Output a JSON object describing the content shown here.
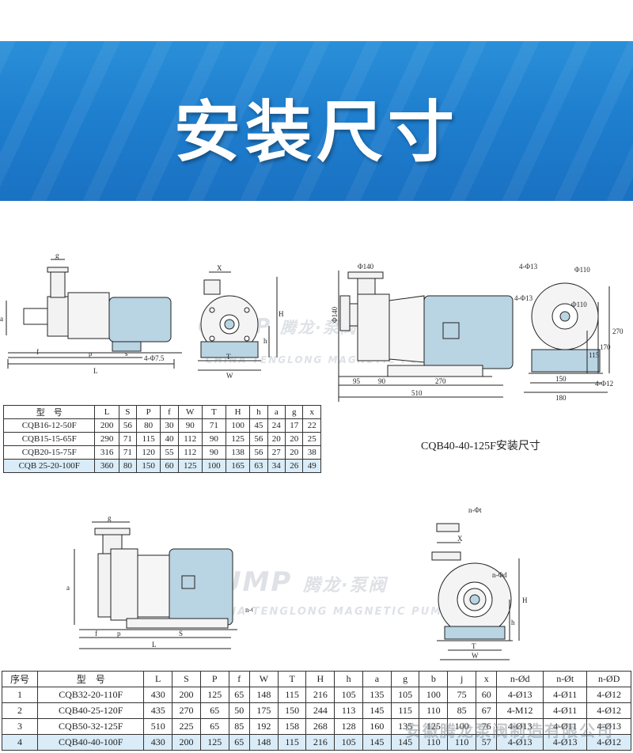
{
  "banner": {
    "title": "安装尺寸"
  },
  "caption": "CQB40-40-125F安装尺寸",
  "watermark": {
    "logo": "CUMP",
    "cn": "腾龙·泵阀",
    "en": "CHINA TENGLONG MAGNETIC PUMP"
  },
  "drawing1": {
    "labels": {
      "g": "g",
      "a": "a",
      "f": "f",
      "p": "p",
      "s": "s",
      "L": "L",
      "holes": "4-Φ7.5",
      "X": "X",
      "H": "H",
      "h": "h",
      "T": "T",
      "W": "W"
    }
  },
  "drawing2": {
    "labels": {
      "d140a": "Φ140",
      "d140b": "Φ140",
      "d95": "95",
      "d90": "90",
      "d270": "270",
      "d510": "510",
      "holes13a": "4-Φ13",
      "holes13b": "4-Φ13",
      "d110a": "Φ110",
      "d110b": "Φ110",
      "d170": "170",
      "d115": "115",
      "d270v": "270",
      "d150": "150",
      "d180": "180",
      "holes12": "4-Φ12"
    }
  },
  "drawing3": {
    "labels": {
      "g": "g",
      "a": "a",
      "f": "f",
      "p": "p",
      "s": "S",
      "L": "L",
      "nd": "n-Φd"
    }
  },
  "drawing4": {
    "labels": {
      "nt": "n-Φt",
      "X": "X",
      "nd": "n-Φd",
      "H": "H",
      "h": "h",
      "T": "T",
      "W": "W"
    }
  },
  "table1": {
    "headers": [
      "型　号",
      "L",
      "S",
      "P",
      "f",
      "W",
      "T",
      "H",
      "h",
      "a",
      "g",
      "x"
    ],
    "rows": [
      [
        "CQB16-12-50F",
        "200",
        "56",
        "80",
        "30",
        "90",
        "71",
        "100",
        "45",
        "24",
        "17",
        "22"
      ],
      [
        "CQB15-15-65F",
        "290",
        "71",
        "115",
        "40",
        "112",
        "90",
        "125",
        "56",
        "20",
        "20",
        "25"
      ],
      [
        "CQB20-15-75F",
        "316",
        "71",
        "120",
        "55",
        "112",
        "90",
        "138",
        "56",
        "27",
        "20",
        "38"
      ],
      [
        "CQB 25-20-100F",
        "360",
        "80",
        "150",
        "60",
        "125",
        "100",
        "165",
        "63",
        "34",
        "26",
        "49"
      ]
    ]
  },
  "table2": {
    "headers": [
      "序号",
      "型　号",
      "L",
      "S",
      "P",
      "f",
      "W",
      "T",
      "H",
      "h",
      "a",
      "g",
      "b",
      "j",
      "x",
      "n-Ød",
      "n-Øt",
      "n-ØD"
    ],
    "rows": [
      [
        "1",
        "CQB32-20-110F",
        "430",
        "200",
        "125",
        "65",
        "148",
        "115",
        "216",
        "105",
        "135",
        "105",
        "100",
        "75",
        "60",
        "4-Ø13",
        "4-Ø11",
        "4-Ø12"
      ],
      [
        "2",
        "CQB40-25-120F",
        "435",
        "270",
        "65",
        "50",
        "175",
        "150",
        "244",
        "113",
        "145",
        "115",
        "110",
        "85",
        "67",
        "4-M12",
        "4-Ø11",
        "4-Ø12"
      ],
      [
        "3",
        "CQB50-32-125F",
        "510",
        "225",
        "65",
        "85",
        "192",
        "158",
        "268",
        "128",
        "160",
        "135",
        "125",
        "100",
        "76",
        "4-Ø13",
        "4-Ø11",
        "4-Ø13"
      ],
      [
        "4",
        "CQB40-40-100F",
        "430",
        "200",
        "125",
        "65",
        "148",
        "115",
        "216",
        "105",
        "145",
        "145",
        "110",
        "110",
        "57",
        "4-Ø13",
        "4-Ø13",
        "4-Ø12"
      ]
    ]
  },
  "footer_watermark": "安徽腾龙泵阀制造有限公司"
}
